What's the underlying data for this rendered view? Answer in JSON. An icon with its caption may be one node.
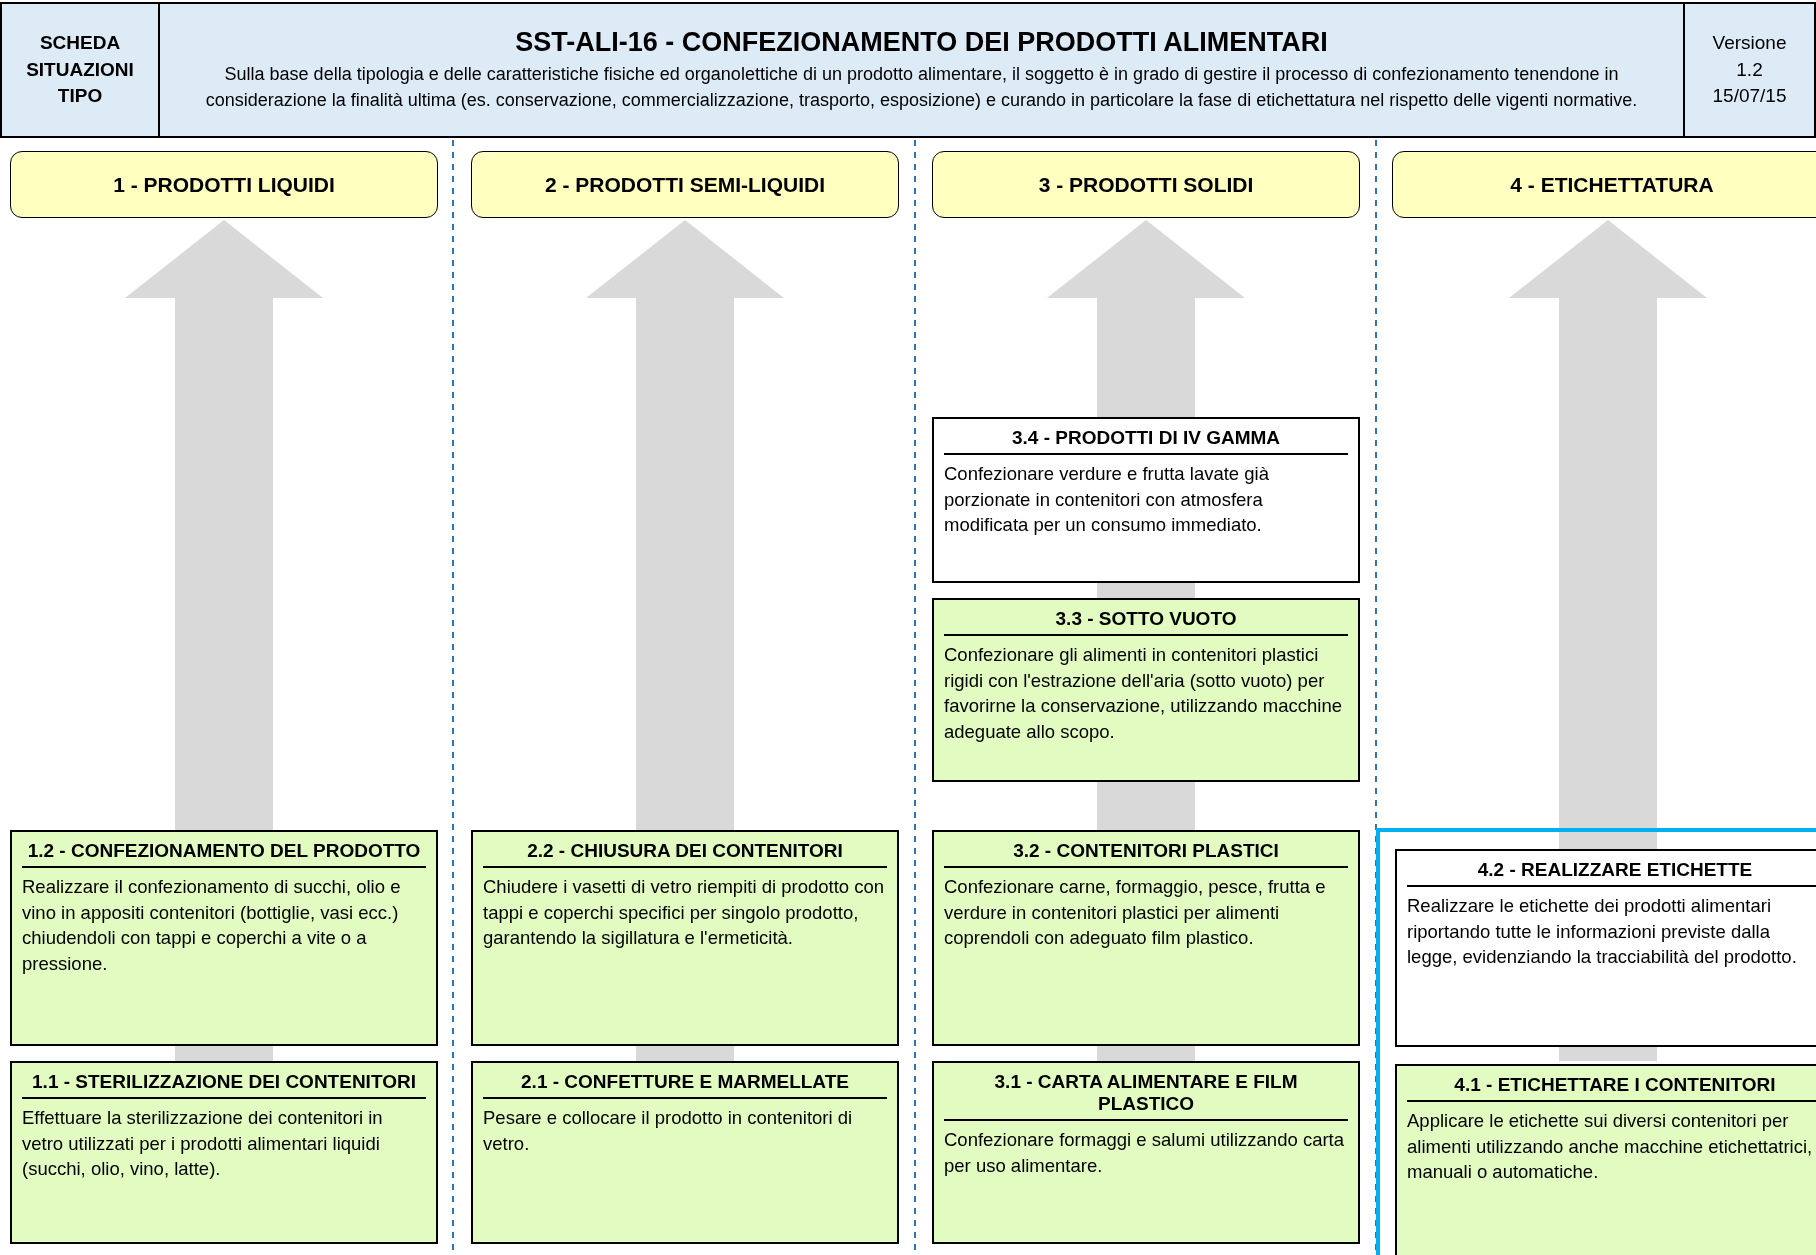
{
  "diagram": {
    "nodes": [
      {
        "text": [
          "SCHEDA SITUAZIONI TIPO"
        ]
      },
      {
        "text": [
          "SST-ALI-16 - CONFEZIONAMENTO DEI PRODOTTI ALIMENTARI",
          "Sulla base della tipologia e delle caratteristiche fisiche ed organolettiche di un prodotto alimentare, il soggetto è in grado di gestire il processo di confezionamento tenendone in considerazione la finalità ultima (es. conservazione, commercializzazione, trasporto, esposizione) e curando in particolare la fase di etichettatura nel rispetto delle vigenti normative."
        ]
      },
      {
        "text": [
          "Versione 1.2 15/07/15"
        ]
      },
      {
        "text": [
          "1 - PRODOTTI LIQUIDI"
        ]
      },
      {
        "text": [
          "2 - PRODOTTI SEMI-LIQUIDI"
        ]
      },
      {
        "text": [
          "3 - PRODOTTI SOLIDI"
        ]
      },
      {
        "text": [
          "4 - ETICHETTATURA"
        ]
      },
      {
        "text": [
          "3.4 - PRODOTTI DI IV GAMMA",
          "Confezionare verdure e frutta lavate già porzionate in contenitori con atmosfera modificata per un consumo immediato."
        ]
      },
      {
        "text": [
          "3.3 - SOTTO VUOTO",
          "Confezionare gli alimenti in contenitori plastici rigidi con l'estrazione dell'aria (sotto vuoto) per favorirne la conservazione, utilizzando macchine adeguate allo scopo."
        ]
      },
      {
        "text": [
          "1.2 - CONFEZIONAMENTO DEL PRODOTTO",
          "Realizzare il confezionamento di succhi, olio e vino in appositi contenitori (bottiglie, vasi ecc.) chiudendoli con tappi e coperchi a vite o a pressione."
        ]
      },
      {
        "text": [
          "2.2 - CHIUSURA DEI CONTENITORI",
          "Chiudere i vasetti di vetro riempiti di prodotto con tappi e coperchi specifici per singolo prodotto, garantendo la sigillatura e l'ermeticità."
        ]
      },
      {
        "text": [
          "3.2 - CONTENITORI PLASTICI",
          "Confezionare carne, formaggio, pesce, frutta e verdure in contenitori plastici per alimenti coprendoli con adeguato film plastico."
        ]
      },
      {
        "text": [],
        "shape": "box"
      },
      {
        "text": [
          "4.2 - REALIZZARE ETICHETTE",
          "Realizzare le etichette dei prodotti alimentari riportando tutte le informazioni previste dalla legge, evidenziando la tracciabilità del prodotto."
        ],
        "in": 12
      },
      {
        "text": [
          "1.1 - STERILIZZAZIONE DEI CONTENITORI",
          "Effettuare la sterilizzazione dei contenitori in vetro utilizzati per i prodotti alimentari liquidi (succhi, olio, vino, latte)."
        ]
      },
      {
        "text": [
          "2.1 - CONFETTURE E MARMELLATE",
          "Pesare e collocare il prodotto in contenitori di vetro."
        ]
      },
      {
        "text": [
          "3.1 - CARTA ALIMENTARE E FILM PLASTICO",
          "Confezionare formaggi e salumi utilizzando carta per uso alimentare."
        ]
      },
      {
        "text": [
          "4.1 - ETICHETTARE I CONTENITORI",
          "Applicare le etichette sui diversi contenitori per alimenti utilizzando anche macchine etichettatrici, manuali o automatiche."
        ],
        "in": 12
      }
    ]
  }
}
